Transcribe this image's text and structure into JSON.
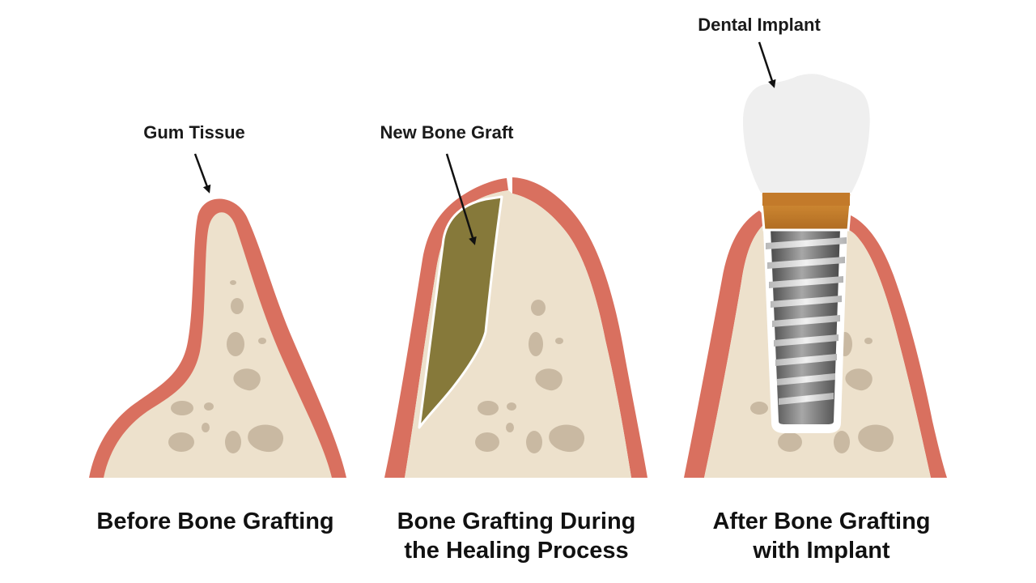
{
  "colors": {
    "gum": "#d9705f",
    "bone": "#ede1cc",
    "bone_spot": "#c9b9a2",
    "graft": "#86793a",
    "crown": "#efefef",
    "abutment": "#c98532",
    "implant": "#8a8a8a"
  },
  "panels": [
    {
      "callout": "Gum Tissue",
      "caption_lines": [
        "Before Bone Grafting"
      ]
    },
    {
      "callout": "New Bone Graft",
      "caption_lines": [
        "Bone Grafting During",
        "the Healing Process"
      ]
    },
    {
      "callout": "Dental Implant",
      "caption_lines": [
        "After Bone Grafting",
        "with Implant"
      ]
    }
  ]
}
